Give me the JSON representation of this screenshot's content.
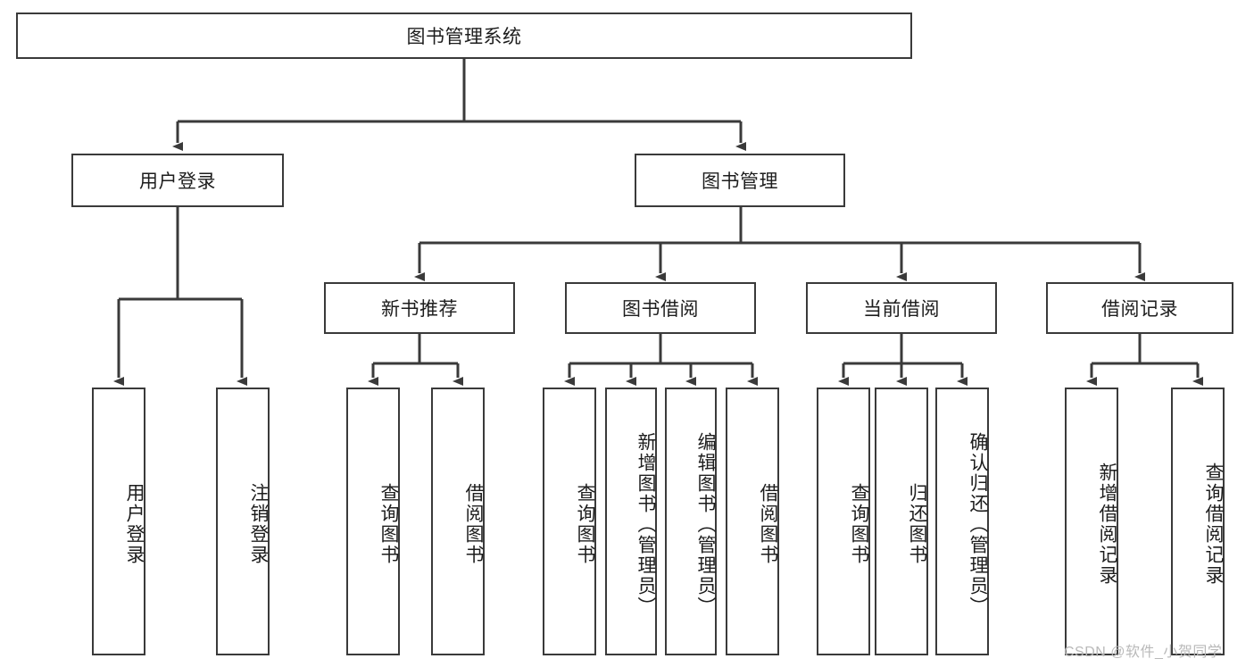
{
  "diagram": {
    "type": "tree",
    "title": "图书管理系统",
    "root": {
      "label": "图书管理系统"
    },
    "level2": [
      {
        "label": "用户登录"
      },
      {
        "label": "图书管理"
      }
    ],
    "level3": [
      {
        "label": "新书推荐",
        "parent": "图书管理"
      },
      {
        "label": "图书借阅",
        "parent": "图书管理"
      },
      {
        "label": "当前借阅",
        "parent": "图书管理"
      },
      {
        "label": "借阅记录",
        "parent": "图书管理"
      }
    ],
    "leaves": [
      {
        "label": "用户登录",
        "parent": "用户登录"
      },
      {
        "label": "注销登录",
        "parent": "用户登录"
      },
      {
        "label": "查询图书",
        "parent": "新书推荐"
      },
      {
        "label": "借阅图书",
        "parent": "新书推荐"
      },
      {
        "label": "查询图书",
        "parent": "图书借阅"
      },
      {
        "label": "新增图书（管理员）",
        "parent": "图书借阅"
      },
      {
        "label": "编辑图书（管理员）",
        "parent": "图书借阅"
      },
      {
        "label": "借阅图书",
        "parent": "图书借阅"
      },
      {
        "label": "查询图书",
        "parent": "当前借阅"
      },
      {
        "label": "归还图书",
        "parent": "当前借阅"
      },
      {
        "label": "确认归还（管理员）",
        "parent": "当前借阅"
      },
      {
        "label": "新增借阅记录",
        "parent": "借阅记录"
      },
      {
        "label": "查询借阅记录",
        "parent": "借阅记录"
      }
    ],
    "colors": {
      "stroke": "#3a3a3a",
      "text": "#1d1d1d",
      "background": "#ffffff"
    }
  },
  "watermark": {
    "text": "CSDN @软件_小贺同学"
  }
}
